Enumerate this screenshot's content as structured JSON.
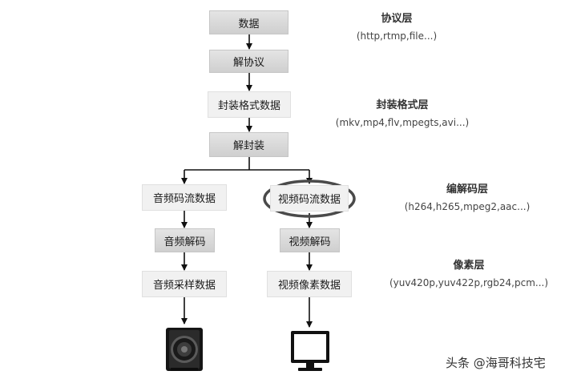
{
  "boxes": {
    "data": "数据",
    "protocol_decode": "解协议",
    "container_data": "封装格式数据",
    "demux": "解封装",
    "audio_stream": "音频码流数据",
    "video_stream": "视频码流数据",
    "audio_decode": "音频解码",
    "video_decode": "视频解码",
    "audio_samples": "音频采样数据",
    "video_pixels": "视频像素数据"
  },
  "layers": [
    {
      "title": "协议层",
      "examples": "(http,rtmp,file...)"
    },
    {
      "title": "封装格式层",
      "examples": "(mkv,mp4,flv,mpegts,avi...)"
    },
    {
      "title": "编解码层",
      "examples": "(h264,h265,mpeg2,aac...)"
    },
    {
      "title": "像素层",
      "examples": "(yuv420p,yuv422p,rgb24,pcm...)"
    }
  ],
  "devices": {
    "speaker": "speaker-icon",
    "monitor": "monitor-icon"
  },
  "watermark": "头条 @海哥科技宅"
}
